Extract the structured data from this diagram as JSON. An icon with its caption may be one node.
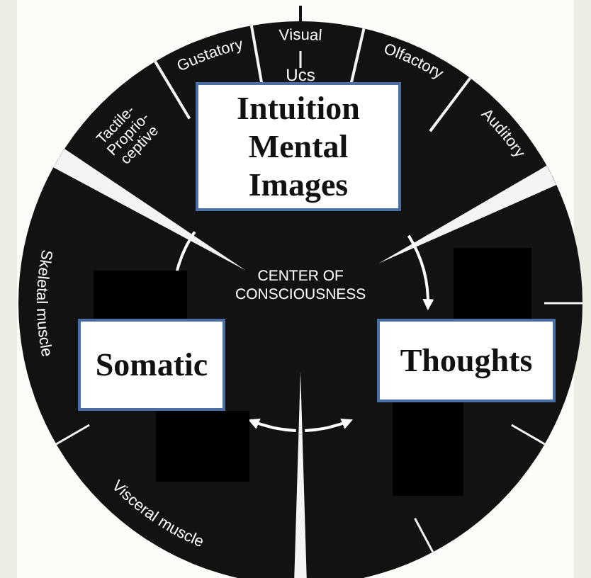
{
  "diagram": {
    "nodes": [
      {
        "text": [
          "Intuition Mental Images"
        ]
      },
      {
        "text": [
          "Somatic"
        ]
      },
      {
        "text": [
          "Thoughts"
        ]
      }
    ],
    "labels": [
      "Visual",
      "Gustatory",
      "Olfactory",
      "Ucs",
      "Tactile- Proprio- ceptive",
      "Auditory",
      "CENTER OF CONSCIOUSNESS",
      "Skeletal muscle",
      "Visceral muscle"
    ]
  }
}
